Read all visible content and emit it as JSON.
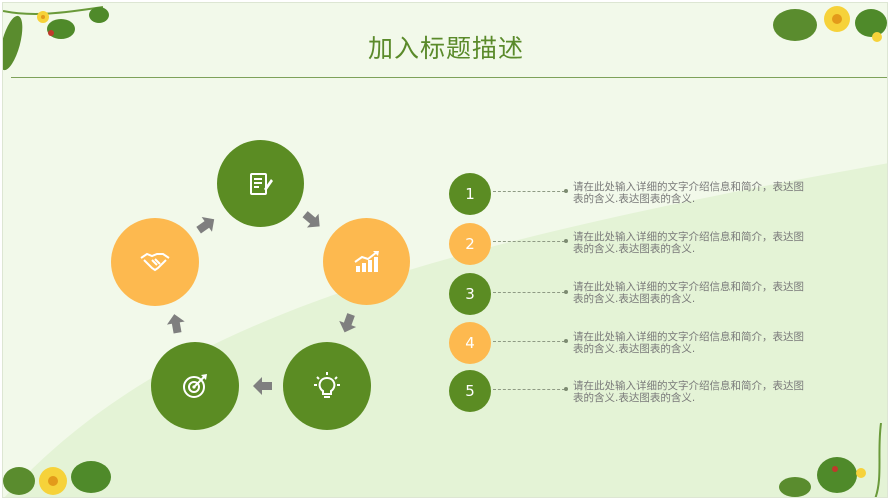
{
  "title": "加入标题描述",
  "cycle": {
    "icons": [
      "notepad-pen-icon",
      "chart-growth-icon",
      "lightbulb-icon",
      "target-icon",
      "handshake-icon"
    ]
  },
  "list": [
    {
      "num": "1",
      "text": "请在此处输入详细的文字介绍信息和简介，表达图表的含义.表达图表的含义."
    },
    {
      "num": "2",
      "text": "请在此处输入详细的文字介绍信息和简介，表达图表的含义.表达图表的含义."
    },
    {
      "num": "3",
      "text": "请在此处输入详细的文字介绍信息和简介，表达图表的含义.表达图表的含义."
    },
    {
      "num": "4",
      "text": "请在此处输入详细的文字介绍信息和简介，表达图表的含义.表达图表的含义."
    },
    {
      "num": "5",
      "text": "请在此处输入详细的文字介绍信息和简介，表达图表的含义.表达图表的含义."
    }
  ],
  "colors": {
    "green": "#5b8c23",
    "yellow": "#fdb94f",
    "title": "#5a8a2a",
    "arrow": "#7f7f7f"
  }
}
